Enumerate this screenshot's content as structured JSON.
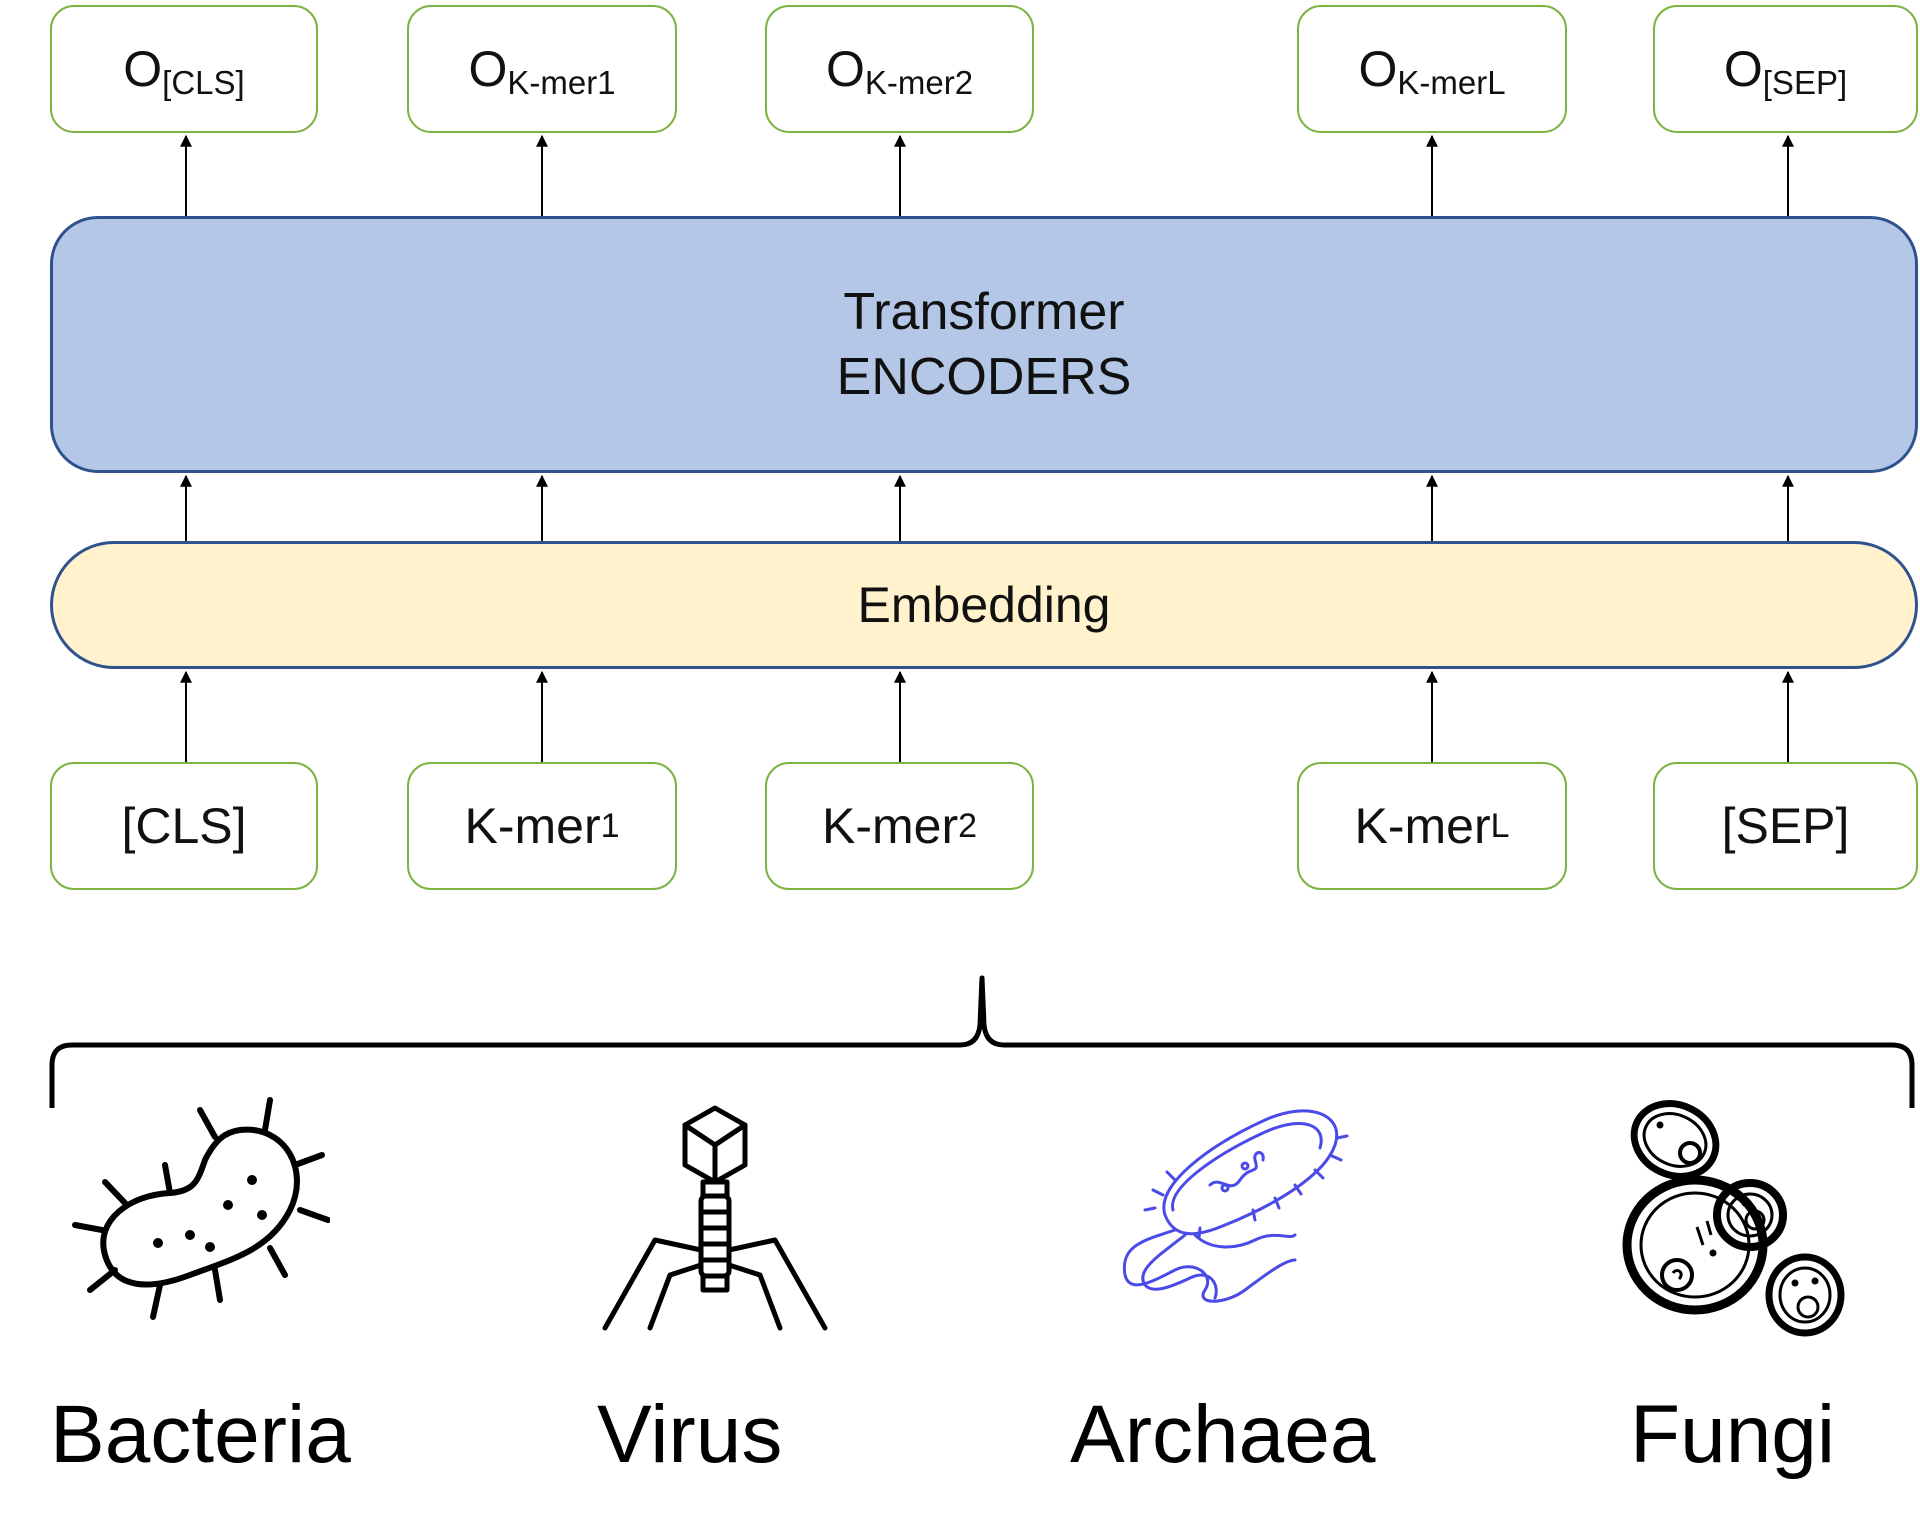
{
  "outputs": [
    {
      "main": "O",
      "sub": "[CLS]"
    },
    {
      "main": "O",
      "sub": "K-mer1"
    },
    {
      "main": "O",
      "sub": "K-mer2"
    },
    {
      "main": "O",
      "sub": "K-merL"
    },
    {
      "main": "O",
      "sub": "[SEP]"
    }
  ],
  "transformer": {
    "line1": "Transformer",
    "line2": "ENCODERS"
  },
  "embedding": {
    "label": "Embedding"
  },
  "inputs": [
    {
      "main": "[CLS]",
      "sub": ""
    },
    {
      "main": "K-mer",
      "sub": "1"
    },
    {
      "main": "K-mer",
      "sub": "2"
    },
    {
      "main": "K-mer",
      "sub": "L"
    },
    {
      "main": "[SEP]",
      "sub": ""
    }
  ],
  "organisms": [
    {
      "label": "Bacteria",
      "icon": "bacteria-icon"
    },
    {
      "label": "Virus",
      "icon": "virus-icon"
    },
    {
      "label": "Archaea",
      "icon": "archaea-icon"
    },
    {
      "label": "Fungi",
      "icon": "fungi-icon"
    }
  ],
  "colors": {
    "box_border": "#7cb342",
    "transformer_fill": "#b4c7e7",
    "embedding_fill": "#fff2cc",
    "block_border": "#2f528f",
    "archaea_stroke": "#4a4ae8"
  }
}
